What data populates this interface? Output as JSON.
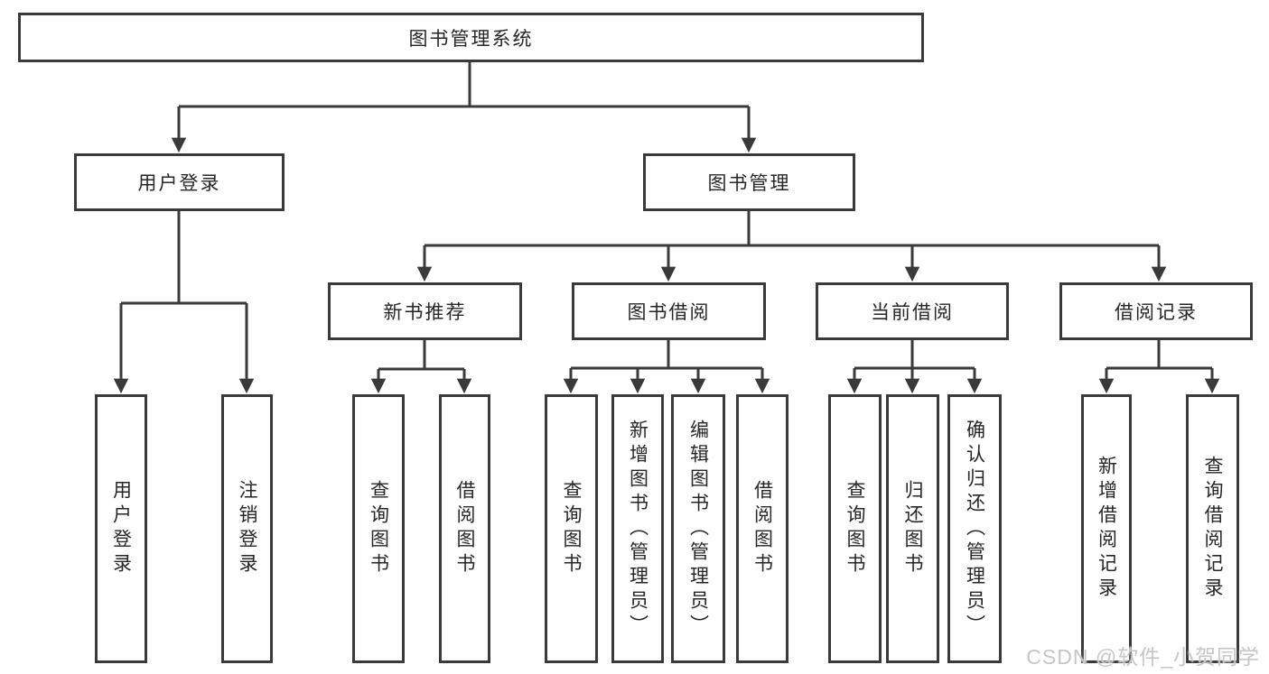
{
  "diagram": {
    "root": "图书管理系统",
    "branches": [
      {
        "label": "用户登录",
        "children": [
          "用户登录",
          "注销登录"
        ]
      },
      {
        "label": "图书管理",
        "children": [
          {
            "label": "新书推荐",
            "children": [
              "查询图书",
              "借阅图书"
            ]
          },
          {
            "label": "图书借阅",
            "children": [
              "查询图书",
              "新增图书（管理员）",
              "编辑图书（管理员）",
              "借阅图书"
            ]
          },
          {
            "label": "当前借阅",
            "children": [
              "查询图书",
              "归还图书",
              "确认归还（管理员）"
            ]
          },
          {
            "label": "借阅记录",
            "children": [
              "新增借阅记录",
              "查询借阅记录"
            ]
          }
        ]
      }
    ]
  },
  "colors": {
    "line": "#3a3a3a",
    "text": "#262626",
    "watermark": "#c6c6c6",
    "background": "#ffffff"
  },
  "watermark": "CSDN @软件_小贺同学"
}
